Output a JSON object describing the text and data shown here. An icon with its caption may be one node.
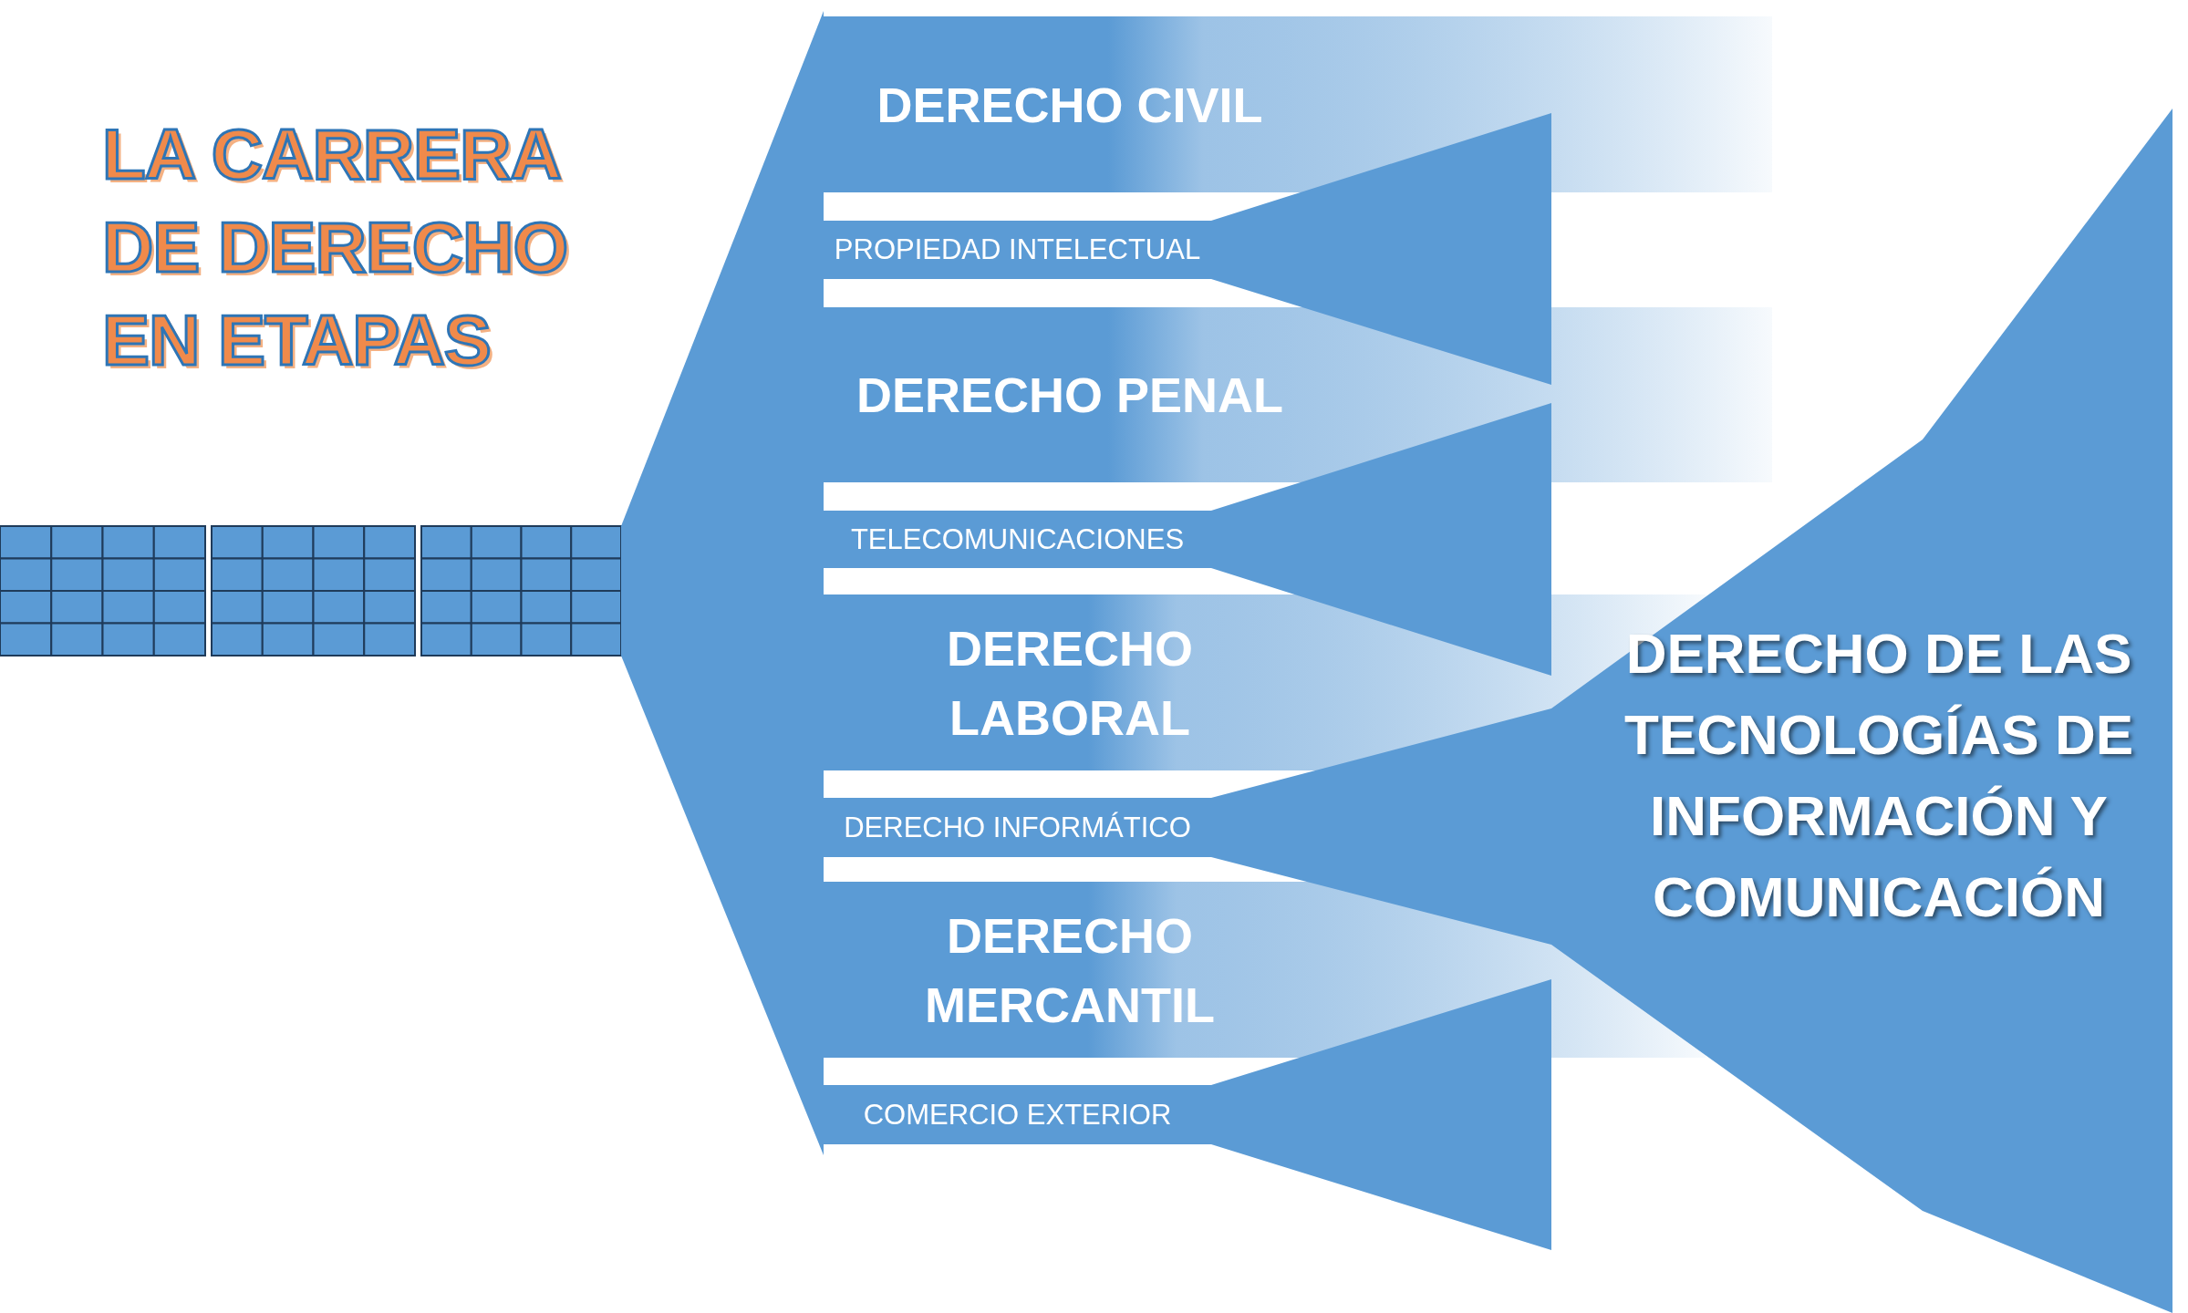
{
  "diagram": {
    "title": "LA CARRERA DE DERECHO EN ETAPAS",
    "nodes": [
      {
        "text": [
          "DERECHO CIVIL"
        ]
      },
      {
        "text": [
          "PROPIEDAD INTELECTUAL"
        ]
      },
      {
        "text": [
          "DERECHO PENAL"
        ]
      },
      {
        "text": [
          "TELECOMUNICACIONES"
        ]
      },
      {
        "text": [
          "DERECHO LABORAL"
        ]
      },
      {
        "text": [
          "DERECHO INFORMÁTICO"
        ]
      },
      {
        "text": [
          "DERECHO MERCANTIL"
        ]
      },
      {
        "text": [
          "COMERCIO EXTERIOR"
        ]
      },
      {
        "text": [
          "DERECHO DE LAS TECNOLOGÍAS DE INFORMACIÓN Y COMUNICACIÓN"
        ]
      }
    ]
  }
}
